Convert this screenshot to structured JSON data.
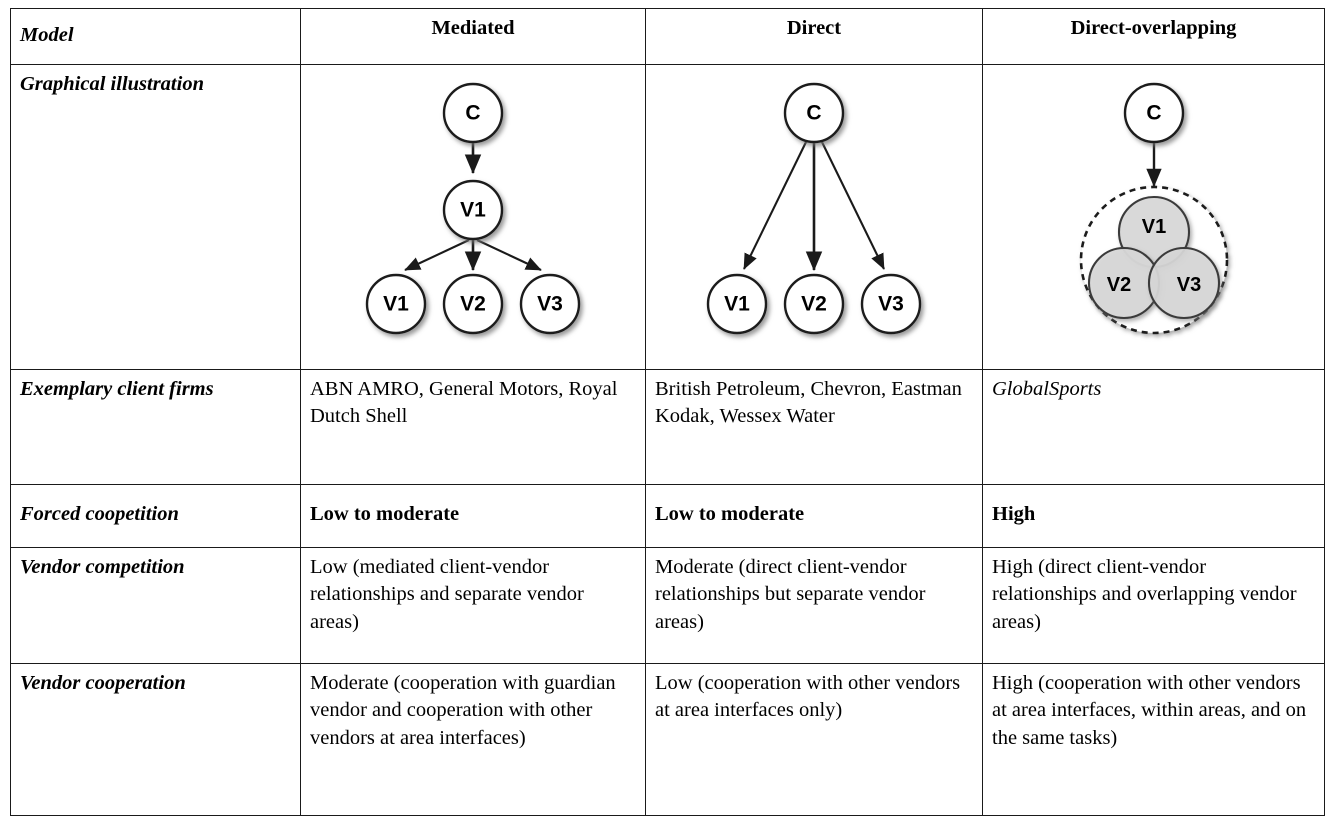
{
  "table": {
    "columns": [
      {
        "key": "label",
        "header": "Model"
      },
      {
        "key": "mediated",
        "header": "Mediated"
      },
      {
        "key": "direct",
        "header": "Direct"
      },
      {
        "key": "overlap",
        "header": "Direct-overlapping"
      }
    ],
    "rows": {
      "graphical": {
        "label": "Graphical illustration"
      },
      "firms": {
        "label": "Exemplary client firms",
        "mediated": "ABN AMRO, General Motors, Royal Dutch Shell",
        "direct": "British Petroleum, Chevron, Eastman Kodak, Wessex Water",
        "overlap": "GlobalSports"
      },
      "forced_coopetition": {
        "label": "Forced coopetition",
        "mediated": "Low to moderate",
        "direct": "Low to moderate",
        "overlap": "High"
      },
      "vendor_competition": {
        "label": "Vendor competition",
        "mediated": "Low (mediated client-vendor relationships and separate vendor areas)",
        "direct": "Moderate (direct client-vendor relationships but separate vendor areas)",
        "overlap": "High (direct client-vendor relationships and overlapping vendor areas)"
      },
      "vendor_cooperation": {
        "label": "Vendor cooperation",
        "mediated": "Moderate (cooperation with guardian vendor and cooperation with other vendors at area interfaces)",
        "direct": "Low (cooperation with other vendors at area interfaces only)",
        "overlap": "High (cooperation with other vendors at area interfaces, within areas, and on the same tasks)"
      }
    }
  },
  "diagrams": {
    "mediated": {
      "name": "mediated-model-diagram",
      "nodes": [
        "C",
        "V1",
        "V1",
        "V2",
        "V3"
      ],
      "client_label": "C",
      "guardian_label": "V1",
      "vendor_labels": [
        "V1",
        "V2",
        "V3"
      ]
    },
    "direct": {
      "name": "direct-model-diagram",
      "client_label": "C",
      "vendor_labels": [
        "V1",
        "V2",
        "V3"
      ]
    },
    "overlap": {
      "name": "direct-overlapping-model-diagram",
      "client_label": "C",
      "vendor_labels": [
        "V1",
        "V2",
        "V3"
      ],
      "boundary": "dashed-circle"
    }
  },
  "colors": {
    "border": "#1a1a1a",
    "node_fill": "#ffffff",
    "node_stroke": "#1a1a1a",
    "overlap_fill": "#d9d9d9",
    "background": "#ffffff",
    "text": "#000000"
  }
}
